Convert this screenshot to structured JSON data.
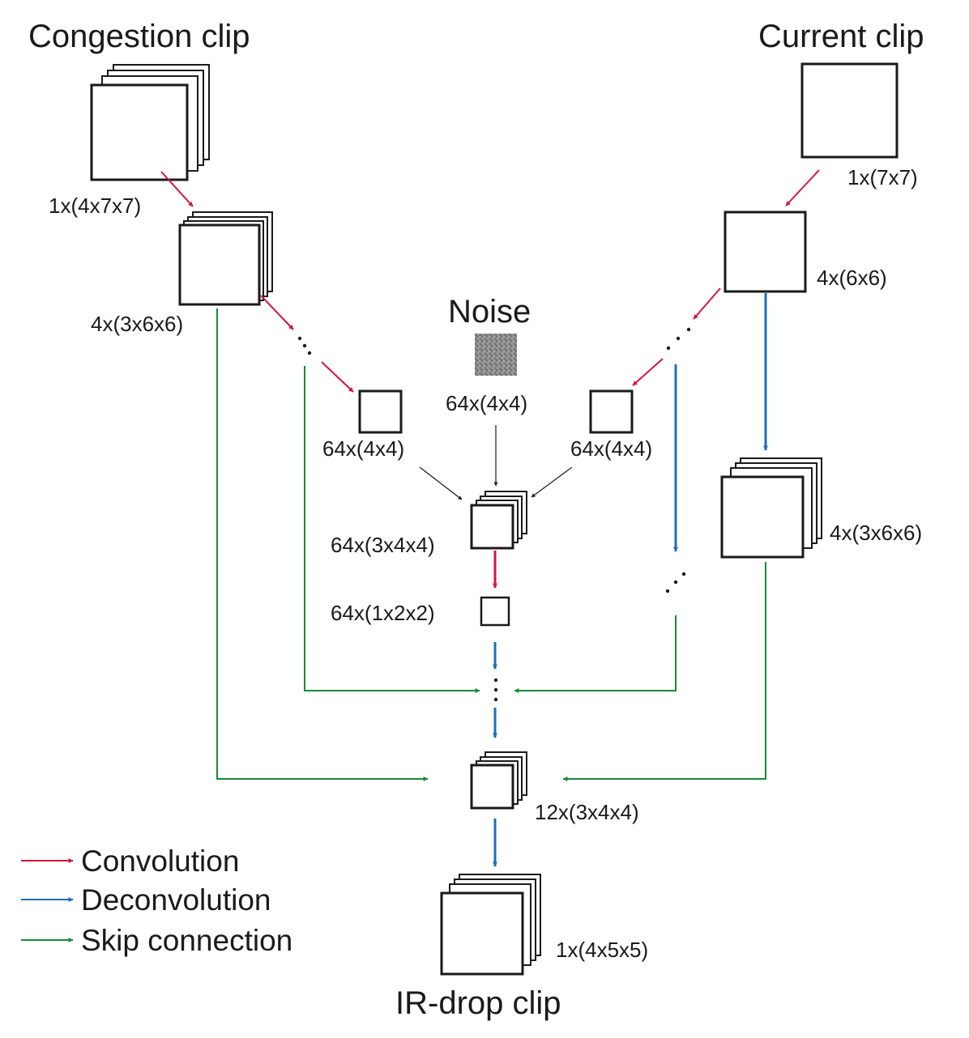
{
  "titles": {
    "congestion": "Congestion clip",
    "current": "Current clip",
    "noise": "Noise",
    "irdrop": "IR-drop clip"
  },
  "dims": {
    "congestion_in": "1x(4x7x7)",
    "congestion_l1": "4x(3x6x6)",
    "congestion_deep": "64x(4x4)",
    "noise": "64x(4x4)",
    "current_in": "1x(7x7)",
    "current_l1": "4x(6x6)",
    "current_deep": "64x(4x4)",
    "current_deconv": "4x(3x6x6)",
    "merged": "64x(3x4x4)",
    "bottleneck": "64x(1x2x2)",
    "decoder": "12x(3x4x4)",
    "output": "1x(4x5x5)"
  },
  "legend": {
    "items": [
      {
        "label": "Convolution",
        "color": "#d4153f"
      },
      {
        "label": "Deconvolution",
        "color": "#1f6db5"
      },
      {
        "label": "Skip connection",
        "color": "#178a3a"
      }
    ]
  },
  "colors": {
    "conv": "#d4153f",
    "deconv": "#1f6db5",
    "skip": "#178a3a",
    "plain": "#1a1a1a"
  }
}
